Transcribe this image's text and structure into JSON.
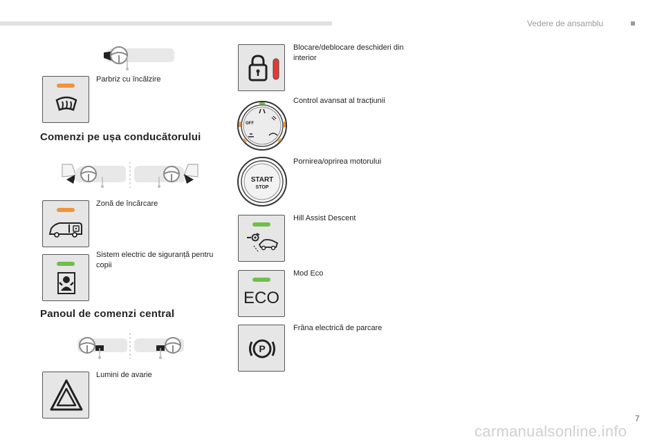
{
  "header": {
    "title": "Vedere de ansamblu"
  },
  "left": {
    "heated_windscreen": {
      "label": "Parbriz cu încălzire",
      "icon": "heated-windscreen-icon"
    },
    "section_driver_door": "Comenzi pe ușa conducătorului",
    "loading_zone": {
      "label": "Zonă de încărcare",
      "icon": "van-lock-icon"
    },
    "child_safety": {
      "label": "Sistem electric de siguranță pentru copii",
      "icon": "child-lock-icon"
    },
    "section_center_panel": "Panoul de comenzi central",
    "hazard": {
      "label": "Lumini de avarie",
      "icon": "hazard-triangle-icon"
    }
  },
  "right": {
    "central_locking": {
      "label": "Blocare/deblocare deschideri din interior",
      "icon": "padlock-icon"
    },
    "traction_control": {
      "label": "Control avansat al tracțiunii",
      "icon": "traction-dial-icon",
      "dial_off": "OFF"
    },
    "start_stop": {
      "label": "Pornirea/oprirea motorului",
      "icon": "start-stop-button-icon",
      "start_text": "START",
      "stop_text": "STOP"
    },
    "hill_descent": {
      "label": "Hill Assist Descent",
      "icon": "hill-descent-icon"
    },
    "eco": {
      "label": "Mod Eco",
      "icon_text": "ECO"
    },
    "parking_brake": {
      "label": "Frâna electrică de parcare",
      "icon": "parking-brake-icon"
    }
  },
  "footer": {
    "page_number": "7",
    "watermark": "carmanualsonline.info"
  },
  "colors": {
    "orange_indicator": "#f0943c",
    "green_indicator": "#6fbf4a",
    "red_indicator": "#e53935",
    "button_bg": "#e6e6e6"
  }
}
